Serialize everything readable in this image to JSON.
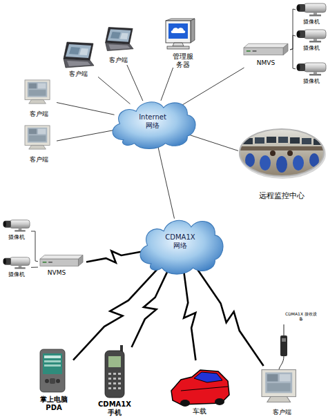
{
  "diagram": {
    "nodes": [
      {
        "text": [
          "摄像机"
        ]
      },
      {
        "text": [
          "管理服务器"
        ]
      },
      {
        "text": [
          "客户端"
        ]
      },
      {
        "text": [
          "NMVS"
        ]
      },
      {
        "text": [
          "摄像机"
        ]
      },
      {
        "text": [
          "客户端"
        ]
      },
      {
        "text": [
          "摄像机"
        ]
      },
      {
        "text": [
          "客户端"
        ]
      },
      {
        "text": [
          "客户端"
        ]
      },
      {
        "text": [
          "Internet 网络"
        ]
      },
      {
        "text": [
          "远程监控中心"
        ]
      },
      {
        "text": [
          "CDMA1X 网络"
        ]
      },
      {
        "text": [
          "摄像机"
        ]
      },
      {
        "text": [
          "NVMS"
        ]
      },
      {
        "text": [
          "摄像机"
        ]
      },
      {
        "text": [
          "掌上电脑 PDA"
        ]
      },
      {
        "text": [
          "CDMA1X 手机"
        ]
      },
      {
        "text": [
          "车载"
        ]
      },
      {
        "text": [
          "客户端"
        ]
      }
    ],
    "edges": [
      {
        "from": 9,
        "to": 1,
        "arrow": "none"
      },
      {
        "from": 9,
        "to": 2,
        "arrow": "none"
      },
      {
        "from": 9,
        "to": 3,
        "arrow": "none"
      },
      {
        "from": 9,
        "to": 5,
        "arrow": "none"
      },
      {
        "from": 9,
        "to": 7,
        "arrow": "none"
      },
      {
        "from": 9,
        "to": 8,
        "arrow": "none"
      },
      {
        "from": 9,
        "to": 10,
        "arrow": "none"
      },
      {
        "from": 9,
        "to": 11,
        "arrow": "none"
      },
      {
        "from": 3,
        "to": 0,
        "arrow": "none"
      },
      {
        "from": 3,
        "to": 4,
        "arrow": "none"
      },
      {
        "from": 3,
        "to": 6,
        "arrow": "none"
      },
      {
        "from": 11,
        "to": 13,
        "arrow": "none"
      },
      {
        "from": 13,
        "to": 12,
        "arrow": "none"
      },
      {
        "from": 13,
        "to": 14,
        "arrow": "none"
      },
      {
        "from": 11,
        "to": 15,
        "arrow": "none"
      },
      {
        "from": 11,
        "to": 16,
        "arrow": "none"
      },
      {
        "from": 11,
        "to": 17,
        "arrow": "none"
      },
      {
        "from": 11,
        "to": 18,
        "arrow": "none"
      }
    ],
    "labels": [
      "CDMA1X 接收设备"
    ]
  }
}
